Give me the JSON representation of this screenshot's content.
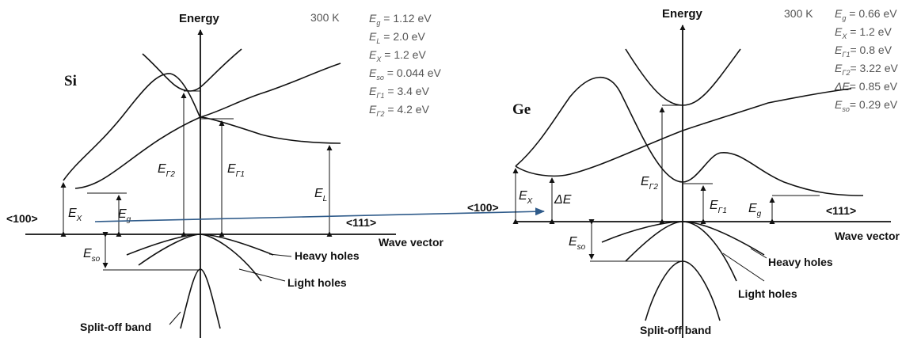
{
  "si": {
    "material": "Si",
    "energy_label": "Energy",
    "temperature": "300 K",
    "params": [
      {
        "sym": "E",
        "sub": "g",
        "value": " = 1.12 eV"
      },
      {
        "sym": "E",
        "sub": "L",
        "value": " = 2.0 eV"
      },
      {
        "sym": "E",
        "sub": "X",
        "value": " = 1.2 eV"
      },
      {
        "sym": "E",
        "sub": "so",
        "value": " = 0.044 eV"
      },
      {
        "sym": "E",
        "sub": "Γ1",
        "value": " = 3.4 eV"
      },
      {
        "sym": "E",
        "sub": "Γ2",
        "value": " = 4.2 eV"
      }
    ],
    "dir_left": "<100>",
    "dir_right": "<111>",
    "wave_vector": "Wave vector",
    "gap_labels": {
      "ex": {
        "sym": "E",
        "sub": "X"
      },
      "eg": {
        "sym": "E",
        "sub": "g"
      },
      "eg2": {
        "sym": "E",
        "sub": "Γ2"
      },
      "eg1": {
        "sym": "E",
        "sub": "Γ1"
      },
      "el": {
        "sym": "E",
        "sub": "L"
      },
      "eso": {
        "sym": "E",
        "sub": "so"
      }
    },
    "heavy_holes": "Heavy holes",
    "light_holes": "Light holes",
    "split_off": "Split-off band"
  },
  "ge": {
    "material": "Ge",
    "energy_label": "Energy",
    "temperature": "300 K",
    "params": [
      {
        "sym": "E",
        "sub": "g",
        "value": " = 0.66 eV"
      },
      {
        "sym": "E",
        "sub": "X",
        "value": " = 1.2 eV"
      },
      {
        "sym": "E",
        "sub": "Γ1",
        "value": "= 0.8 eV"
      },
      {
        "sym": "E",
        "sub": "Γ2",
        "value": "= 3.22 eV"
      },
      {
        "sym": "ΔE",
        "sub": "",
        "value": "= 0.85 eV"
      },
      {
        "sym": "E",
        "sub": "so",
        "value": "= 0.29 eV"
      }
    ],
    "dir_left": "<100>",
    "dir_right": "<111>",
    "wave_vector": "Wave vector",
    "gap_labels": {
      "ex": {
        "sym": "E",
        "sub": "X"
      },
      "de": {
        "sym": "ΔE",
        "sub": ""
      },
      "eg2": {
        "sym": "E",
        "sub": "Γ2"
      },
      "eg1": {
        "sym": "E",
        "sub": "Γ1"
      },
      "eg": {
        "sym": "E",
        "sub": "g"
      },
      "eso": {
        "sym": "E",
        "sub": "so"
      }
    },
    "heavy_holes": "Heavy holes",
    "light_holes": "Light holes",
    "split_off": "Split-off band"
  },
  "colors": {
    "connector_arrow": "#2f5b8a"
  }
}
